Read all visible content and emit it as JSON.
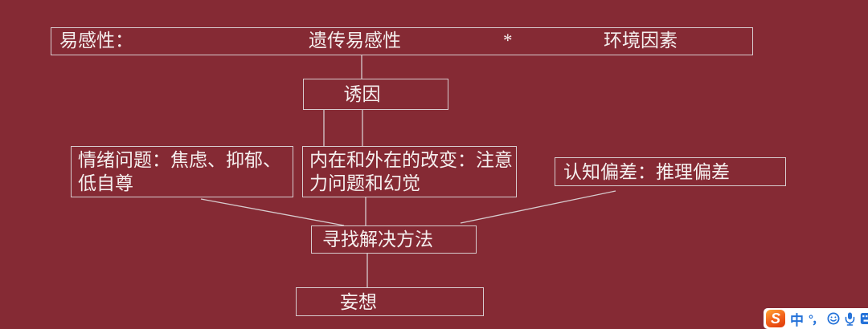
{
  "slide": {
    "background_color": "#852a34",
    "border_color": "#d7cbce",
    "text_color": "#f5efee",
    "boxes": {
      "susceptibility": {
        "label_left": "易感性：",
        "genetic": "遗传易感性",
        "operator": "*",
        "environment": "环境因素"
      },
      "trigger": "诱因",
      "emotion": "情绪问题：焦虑、抑郁、低自尊",
      "inner_outer_change": "内在和外在的改变：注意力问题和幻觉",
      "cognitive_bias": "认知偏差：推理偏差",
      "solution": "寻找解决方法",
      "delusion": "妄想"
    }
  },
  "ime_toolbar": {
    "logo": "S",
    "mode_chinese": "中",
    "punctuation": "°，",
    "icons": [
      "sogou-logo",
      "smiley-icon",
      "microphone-icon",
      "keyboard-icon"
    ],
    "colors": {
      "bar_background": "#ffffff",
      "icon_blue": "#2472d9",
      "logo_gradient_start": "#ffa233",
      "logo_gradient_end": "#e03c0a"
    }
  }
}
